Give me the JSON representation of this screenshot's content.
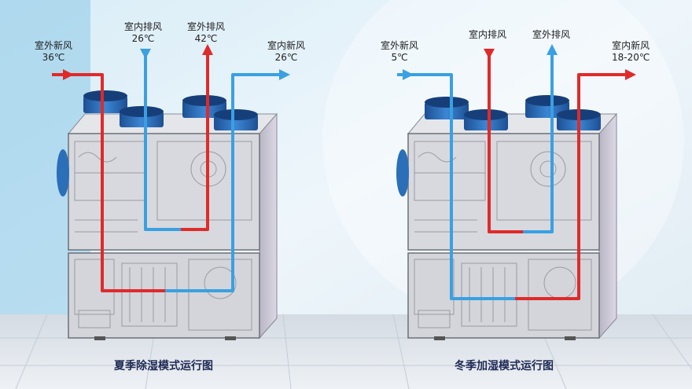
{
  "summer": {
    "caption": "夏季除湿模式运行图",
    "outdoor_fresh": {
      "name": "室外新风",
      "temp": "36℃"
    },
    "indoor_exhaust": {
      "name": "室内排风",
      "temp": "26℃"
    },
    "outdoor_exhaust": {
      "name": "室外排风",
      "temp": "42℃"
    },
    "indoor_fresh": {
      "name": "室内新风",
      "temp": "26℃"
    }
  },
  "winter": {
    "caption": "冬季加湿模式运行图",
    "outdoor_fresh": {
      "name": "室外新风",
      "temp": "5℃"
    },
    "indoor_exhaust": {
      "name": "室内排风"
    },
    "outdoor_exhaust": {
      "name": "室外排风"
    },
    "indoor_fresh": {
      "name": "室内新风",
      "temp": "18-20℃"
    }
  },
  "colors": {
    "hot_flow": "#e02a2a",
    "cold_flow": "#3aa0e2",
    "duct_collar": "#2a6fb8",
    "unit_body": "#d9dbe0"
  }
}
